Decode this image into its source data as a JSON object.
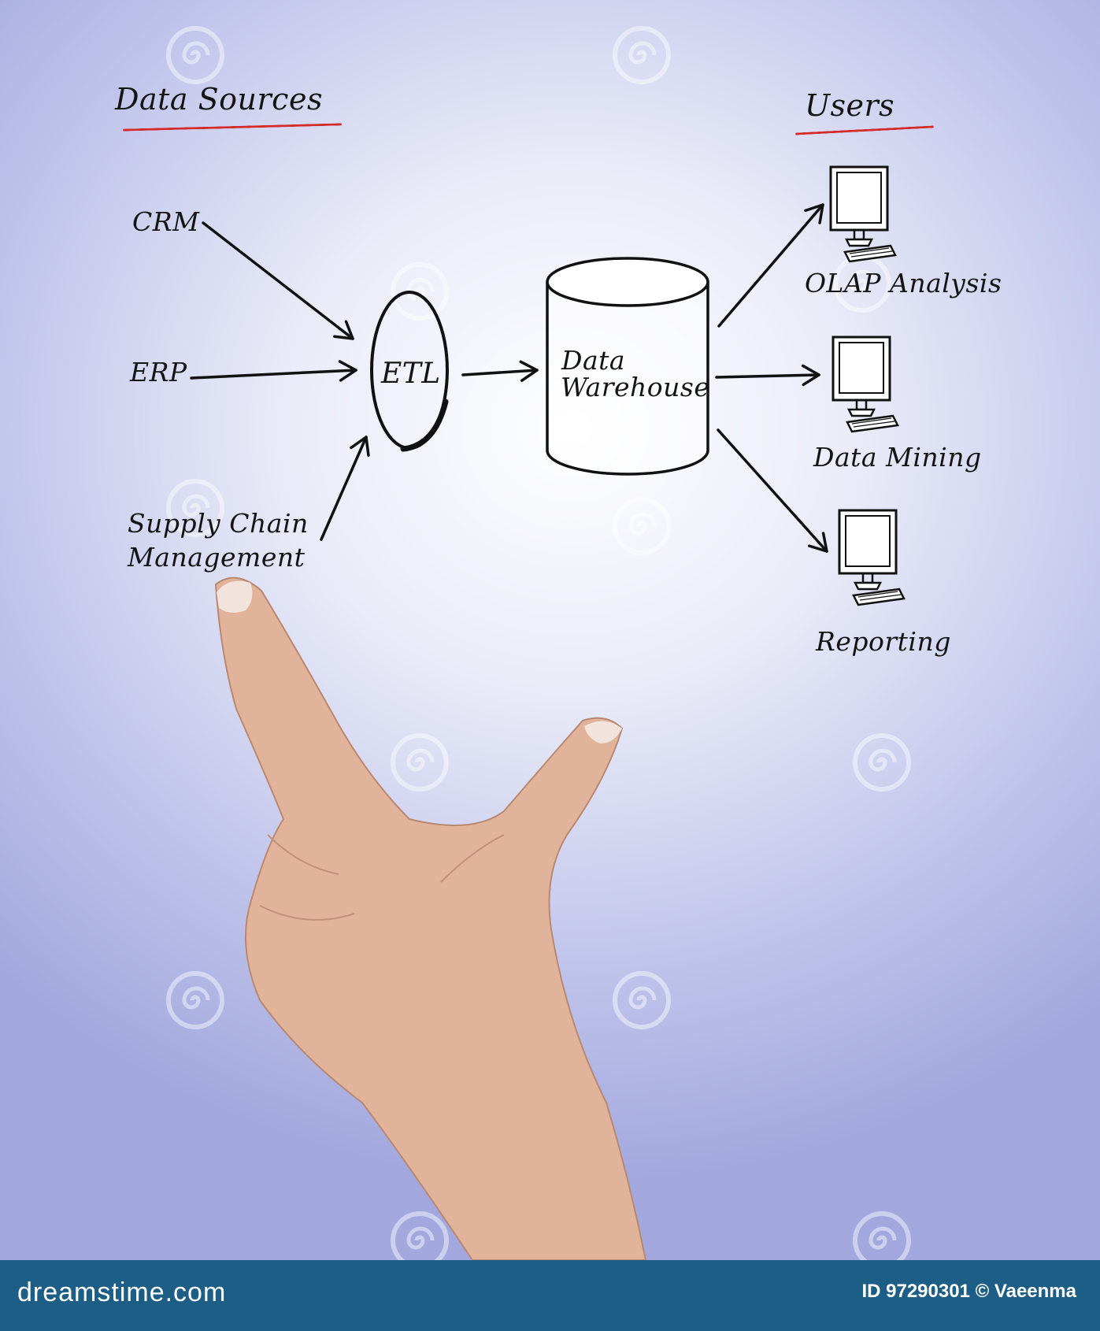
{
  "diagram": {
    "sources_heading": "Data Sources",
    "users_heading": "Users",
    "sources": [
      "CRM",
      "ERP",
      "Supply Chain",
      "Management"
    ],
    "etl_label": "ETL",
    "warehouse_label_line1": "Data",
    "warehouse_label_line2": "Warehouse",
    "users": [
      "OLAP Analysis",
      "Data Mining",
      "Reporting"
    ],
    "accent_color": "#d42a2a",
    "icons": [
      "monitor-icon",
      "keyboard-icon",
      "database-cylinder-icon",
      "spiral-watermark-icon"
    ]
  },
  "footer": {
    "site": "dreamstime.com",
    "id_text": "ID 97290301 © Vaeenma",
    "bar_color": "#1d5e86"
  }
}
